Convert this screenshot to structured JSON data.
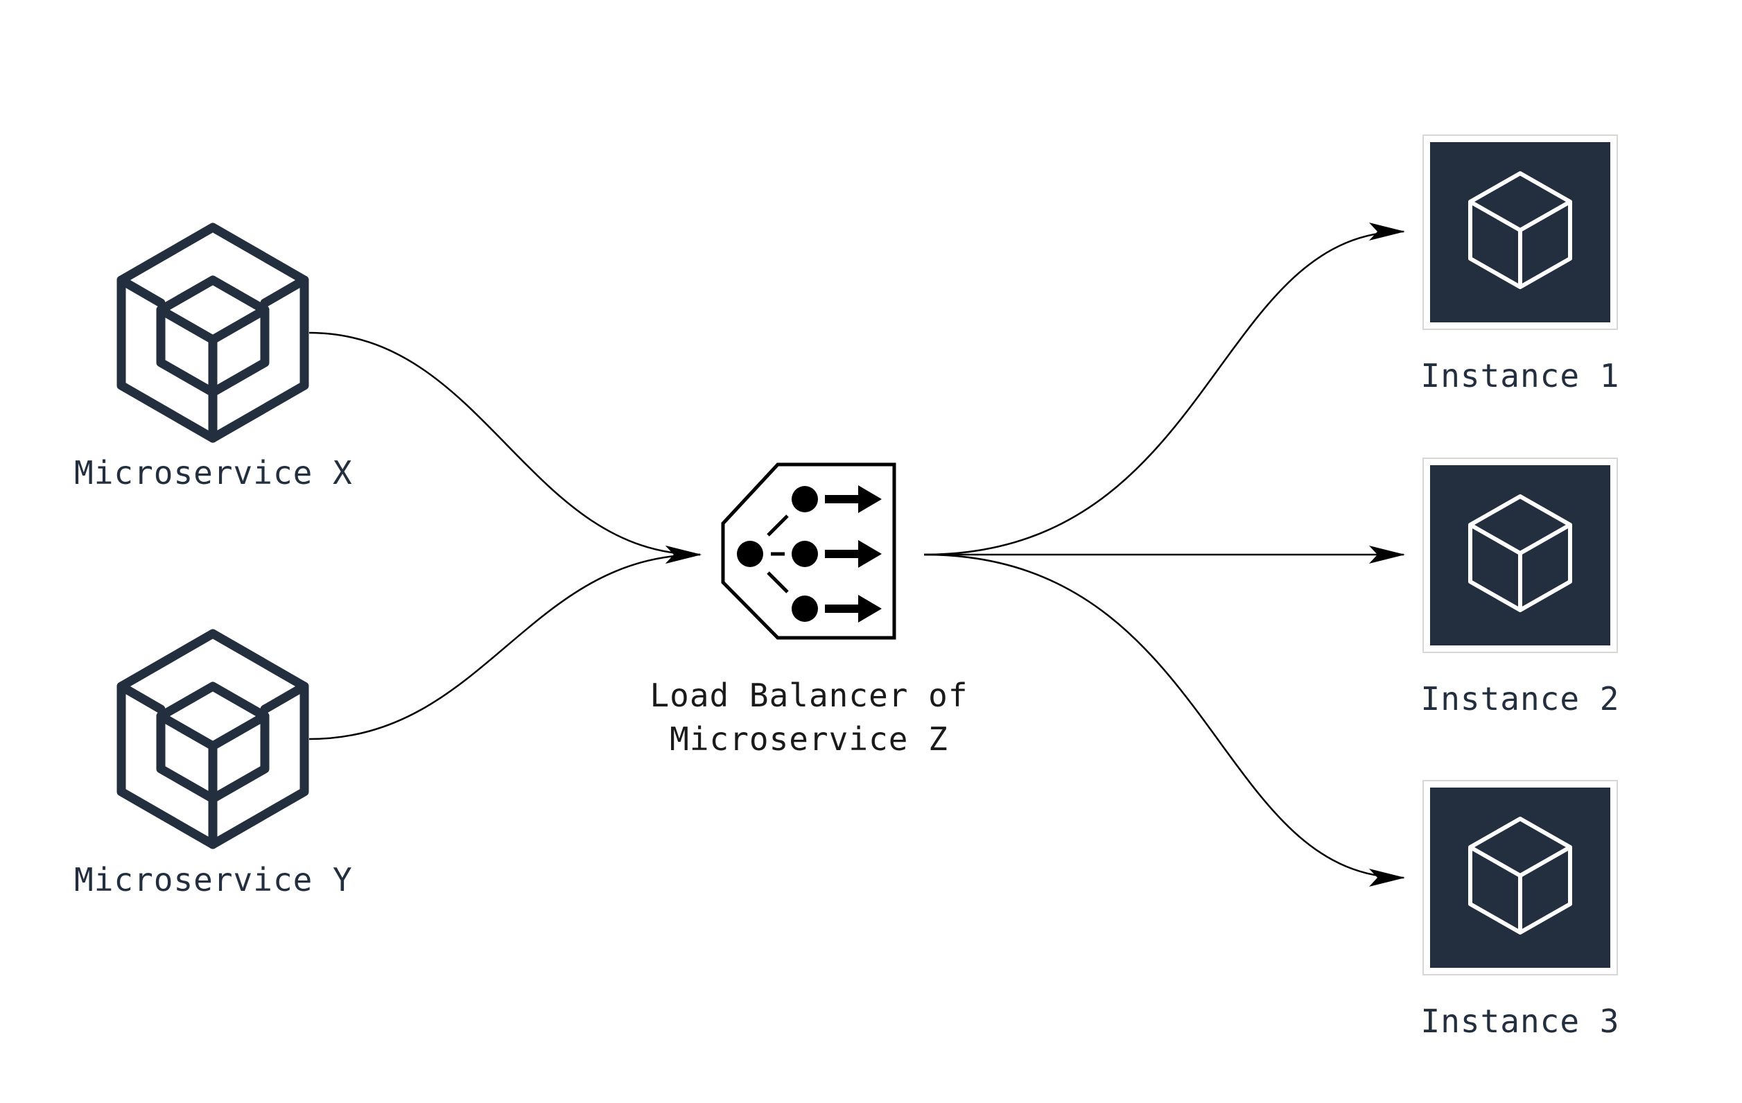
{
  "nodes": {
    "microservice_x": {
      "label": "Microservice X",
      "icon": "microservice-cube-icon"
    },
    "microservice_y": {
      "label": "Microservice Y",
      "icon": "microservice-cube-icon"
    },
    "load_balancer": {
      "label_line1": "Load Balancer of",
      "label_line2": "Microservice Z",
      "icon": "load-balancer-icon"
    },
    "instance_1": {
      "label": "Instance 1",
      "icon": "instance-cube-icon"
    },
    "instance_2": {
      "label": "Instance 2",
      "icon": "instance-cube-icon"
    },
    "instance_3": {
      "label": "Instance 3",
      "icon": "instance-cube-icon"
    }
  },
  "edges": [
    {
      "from": "microservice_x",
      "to": "load_balancer"
    },
    {
      "from": "microservice_y",
      "to": "load_balancer"
    },
    {
      "from": "load_balancer",
      "to": "instance_1"
    },
    {
      "from": "load_balancer",
      "to": "instance_2"
    },
    {
      "from": "load_balancer",
      "to": "instance_3"
    }
  ],
  "colors": {
    "icon_dark": "#232f3e",
    "connector": "#000000",
    "background": "#ffffff"
  }
}
